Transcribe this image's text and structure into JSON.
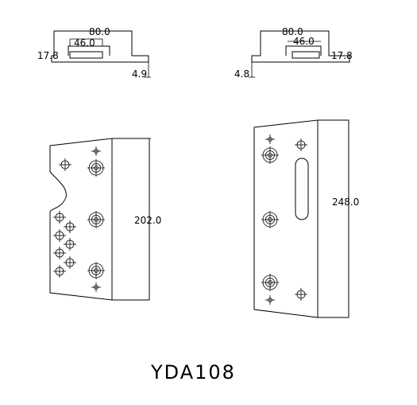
{
  "title": "YDA108",
  "views": {
    "top_left": {
      "dim_overall": "80.0",
      "dim_slot": "46.0",
      "dim_height": "17.8",
      "dim_thickness": "4.9"
    },
    "top_right": {
      "dim_overall": "80.0",
      "dim_slot": "46.0",
      "dim_height": "17.8",
      "dim_thickness": "4.8"
    },
    "front_left": {
      "dim_length": "202.0"
    },
    "front_right": {
      "dim_length": "248.0"
    }
  }
}
